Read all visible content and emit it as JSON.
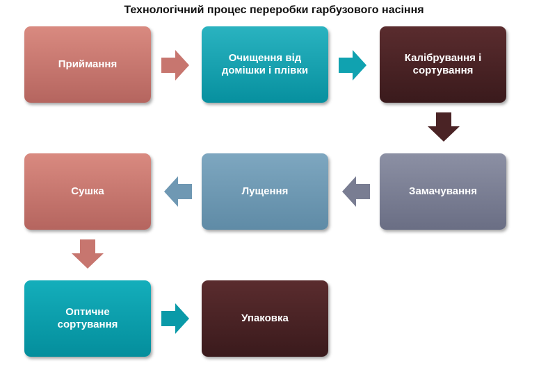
{
  "title": "Технологічний процес переробки гарбузового насіння",
  "steps": [
    {
      "label": "Приймання",
      "color_top": "#d98a80",
      "color_bottom": "#b5655f"
    },
    {
      "label": "Очищення від домішки і плівки",
      "color_top": "#2ab3c0",
      "color_bottom": "#07909f"
    },
    {
      "label": "Калібрування і сортування",
      "color_top": "#5a2c2e",
      "color_bottom": "#3a1a1c"
    },
    {
      "label": "Замачування",
      "color_top": "#8c90a4",
      "color_bottom": "#6a6e84"
    },
    {
      "label": "Лущення",
      "color_top": "#7ea7c0",
      "color_bottom": "#5f8ba6"
    },
    {
      "label": "Сушка",
      "color_top": "#d98a80",
      "color_bottom": "#b5655f"
    },
    {
      "label": "Оптичне сортування",
      "color_top": "#14aebb",
      "color_bottom": "#048e9c"
    },
    {
      "label": "Упаковка",
      "color_top": "#5a2c2e",
      "color_bottom": "#3a1a1c"
    }
  ],
  "arrows": [
    {
      "direction": "right",
      "color": "#c7766f"
    },
    {
      "direction": "right",
      "color": "#10a2b0"
    },
    {
      "direction": "down",
      "color": "#4a2325"
    },
    {
      "direction": "left",
      "color": "#797d92"
    },
    {
      "direction": "left",
      "color": "#6f98b3"
    },
    {
      "direction": "down",
      "color": "#c7766f"
    },
    {
      "direction": "right",
      "color": "#0a9aa8"
    }
  ]
}
